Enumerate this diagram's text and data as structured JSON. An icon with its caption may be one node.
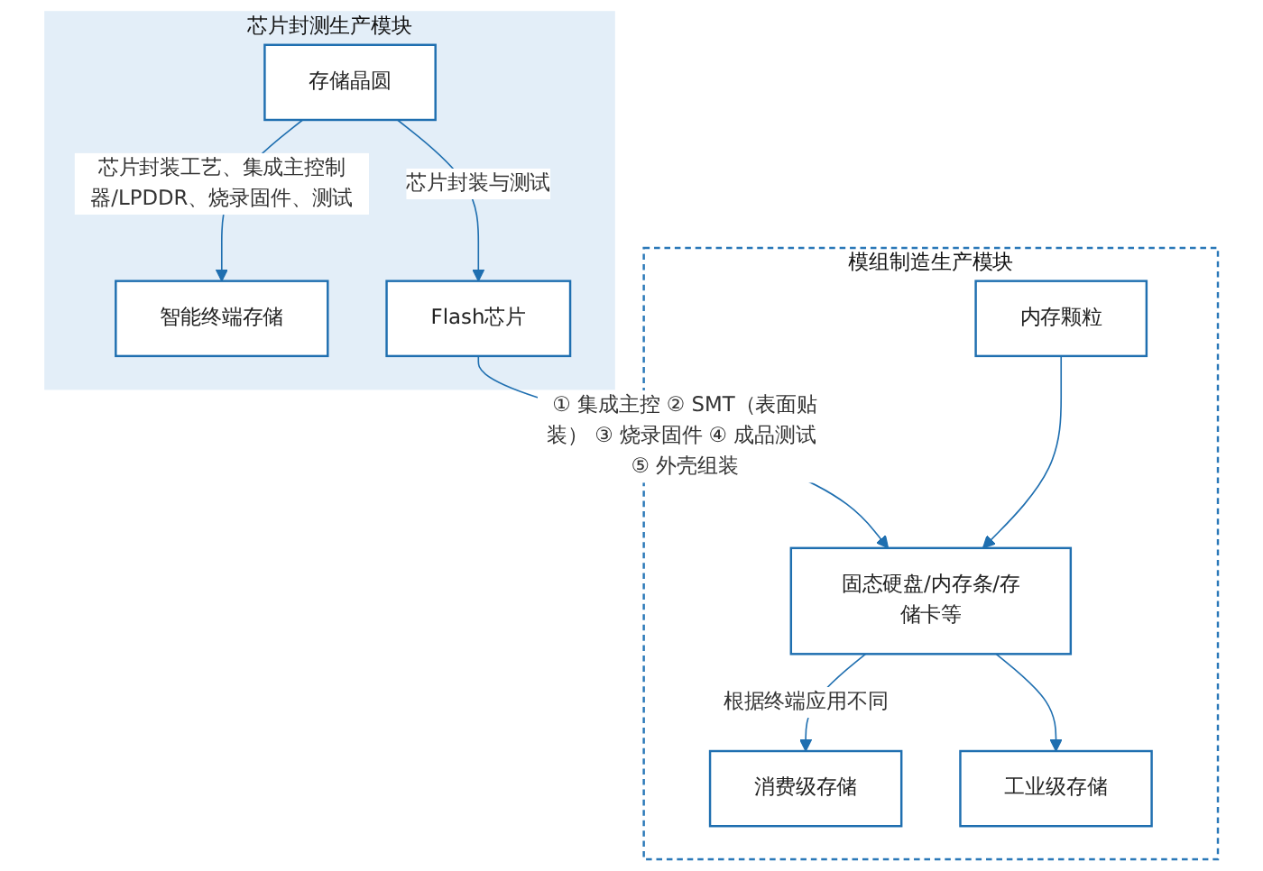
{
  "diagram": {
    "nodes": [
      {
        "text": [
          "芯片封测生产模块"
        ]
      },
      {
        "text": [
          "存储晶圆"
        ],
        "in": 0
      },
      {
        "text": [
          "智能终端存储"
        ],
        "in": 0
      },
      {
        "text": [
          "Flash芯片"
        ],
        "in": 0
      },
      {
        "text": [
          "模组制造生产模块"
        ]
      },
      {
        "text": [
          "内存颗粒"
        ],
        "in": 4
      },
      {
        "text": [
          "固态硬盘/内存条/存储卡等"
        ],
        "in": 4
      },
      {
        "text": [
          "消费级存储"
        ],
        "in": 4
      },
      {
        "text": [
          "工业级存储"
        ],
        "in": 4
      }
    ],
    "edges": [
      {
        "from": 1,
        "to": 2,
        "arrow": "to",
        "label": "芯片封装工艺、集成主控制器/LPDDR、烧录固件、测试"
      },
      {
        "from": 1,
        "to": 3,
        "arrow": "to",
        "label": "芯片封装与测试"
      },
      {
        "from": 3,
        "to": 6,
        "arrow": "to",
        "label": "① 集成主控 ② SMT（表面贴装） ③ 烧录固件 ④ 成品测试 ⑤ 外壳组装"
      },
      {
        "from": 5,
        "to": 6,
        "arrow": "to"
      },
      {
        "from": 6,
        "to": 7,
        "arrow": "to",
        "label": "根据终端应用不同"
      },
      {
        "from": 6,
        "to": 8,
        "arrow": "to"
      }
    ]
  }
}
